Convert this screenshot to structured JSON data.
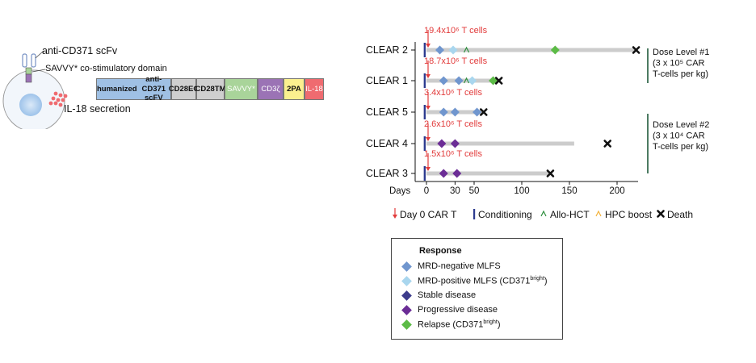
{
  "construct": {
    "label_scfv": "anti-CD371 scFv",
    "label_savvy": "SAVVY* co-stimulatory domain",
    "label_il18": "IL-18 secretion",
    "segments": [
      {
        "text": "humanized\nanti-CD371 scFV",
        "color": "#9fc0e4"
      },
      {
        "text": "CD28\nEC",
        "color": "#cfcfcf"
      },
      {
        "text": "CD28\nTM",
        "color": "#cfcfcf"
      },
      {
        "text": "SAVVY*",
        "color": "#a9d49a"
      },
      {
        "text": "CD3ζ",
        "color": "#9b73b5"
      },
      {
        "text": "2PA",
        "color": "#fbf08f"
      },
      {
        "text": "IL-18",
        "color": "#ef6b70"
      }
    ]
  },
  "chart_data": {
    "type": "swimmer",
    "xlabel": "Days",
    "x_ticks": [
      0,
      30,
      50,
      100,
      150,
      200
    ],
    "xlim": [
      -10,
      230
    ],
    "colors": {
      "mrd_neg": "#7096ce",
      "mrd_pos": "#a9d6ee",
      "stable": "#3d3c8c",
      "progressive": "#6b2d96",
      "relapse": "#5cbb46",
      "arrow": "#e23b3b",
      "conditioning": "#2d3b8f",
      "allo": "#2f8f3e",
      "hpc": "#f2b23a",
      "bar": "#cccccc"
    },
    "patients": [
      {
        "name": "CLEAR 2",
        "dose": "19.4x10⁶ T cells",
        "bar_end": 220,
        "events": [
          {
            "type": "mrd_neg",
            "x": 14
          },
          {
            "type": "mrd_pos",
            "x": 28
          },
          {
            "type": "relapse",
            "x": 135
          }
        ],
        "allo": 42,
        "death": 220
      },
      {
        "name": "CLEAR 1",
        "dose": "18.7x10⁶ T cells",
        "bar_end": 75,
        "events": [
          {
            "type": "mrd_neg",
            "x": 18
          },
          {
            "type": "mrd_neg",
            "x": 34
          },
          {
            "type": "mrd_pos",
            "x": 48
          },
          {
            "type": "relapse",
            "x": 70
          }
        ],
        "allo": 42,
        "death": 76
      },
      {
        "name": "CLEAR 5",
        "dose": "3.4x10⁶ T cells",
        "bar_end": 60,
        "events": [
          {
            "type": "mrd_neg",
            "x": 18
          },
          {
            "type": "mrd_neg",
            "x": 30
          },
          {
            "type": "mrd_neg",
            "x": 53
          }
        ],
        "death": 60
      },
      {
        "name": "CLEAR 4",
        "dose": "2.6x10⁶ T cells",
        "bar_end": 155,
        "events": [
          {
            "type": "progressive",
            "x": 16
          },
          {
            "type": "progressive",
            "x": 30
          }
        ],
        "death": 190
      },
      {
        "name": "CLEAR 3",
        "dose": "1.5x10⁶ T cells",
        "bar_end": 130,
        "events": [
          {
            "type": "progressive",
            "x": 18
          },
          {
            "type": "progressive",
            "x": 32
          }
        ],
        "death": 130
      }
    ],
    "dose_levels": [
      {
        "lines": [
          "Dose Level #1",
          "(3 x 10⁵ CAR",
          "T-cells per kg)"
        ]
      },
      {
        "lines": [
          "Dose Level #2",
          "(3 x 10⁴ CAR",
          "T-cells per kg)"
        ]
      }
    ],
    "symbol_legend": {
      "day0": "Day 0 CAR T",
      "conditioning": "Conditioning",
      "allo": "Allo-HCT",
      "hpc": "HPC boost",
      "death": "Death"
    },
    "response_legend": {
      "title": "Response",
      "items": [
        {
          "label": "MRD-negative MLFS",
          "type": "mrd_neg"
        },
        {
          "label": "MRD-positive MLFS (CD371",
          "sup": "bright",
          "close": ")",
          "type": "mrd_pos"
        },
        {
          "label": "Stable disease",
          "type": "stable"
        },
        {
          "label": "Progressive disease",
          "type": "progressive"
        },
        {
          "label": "Relapse (CD371",
          "sup": "bright",
          "close": ")",
          "type": "relapse"
        }
      ]
    }
  }
}
